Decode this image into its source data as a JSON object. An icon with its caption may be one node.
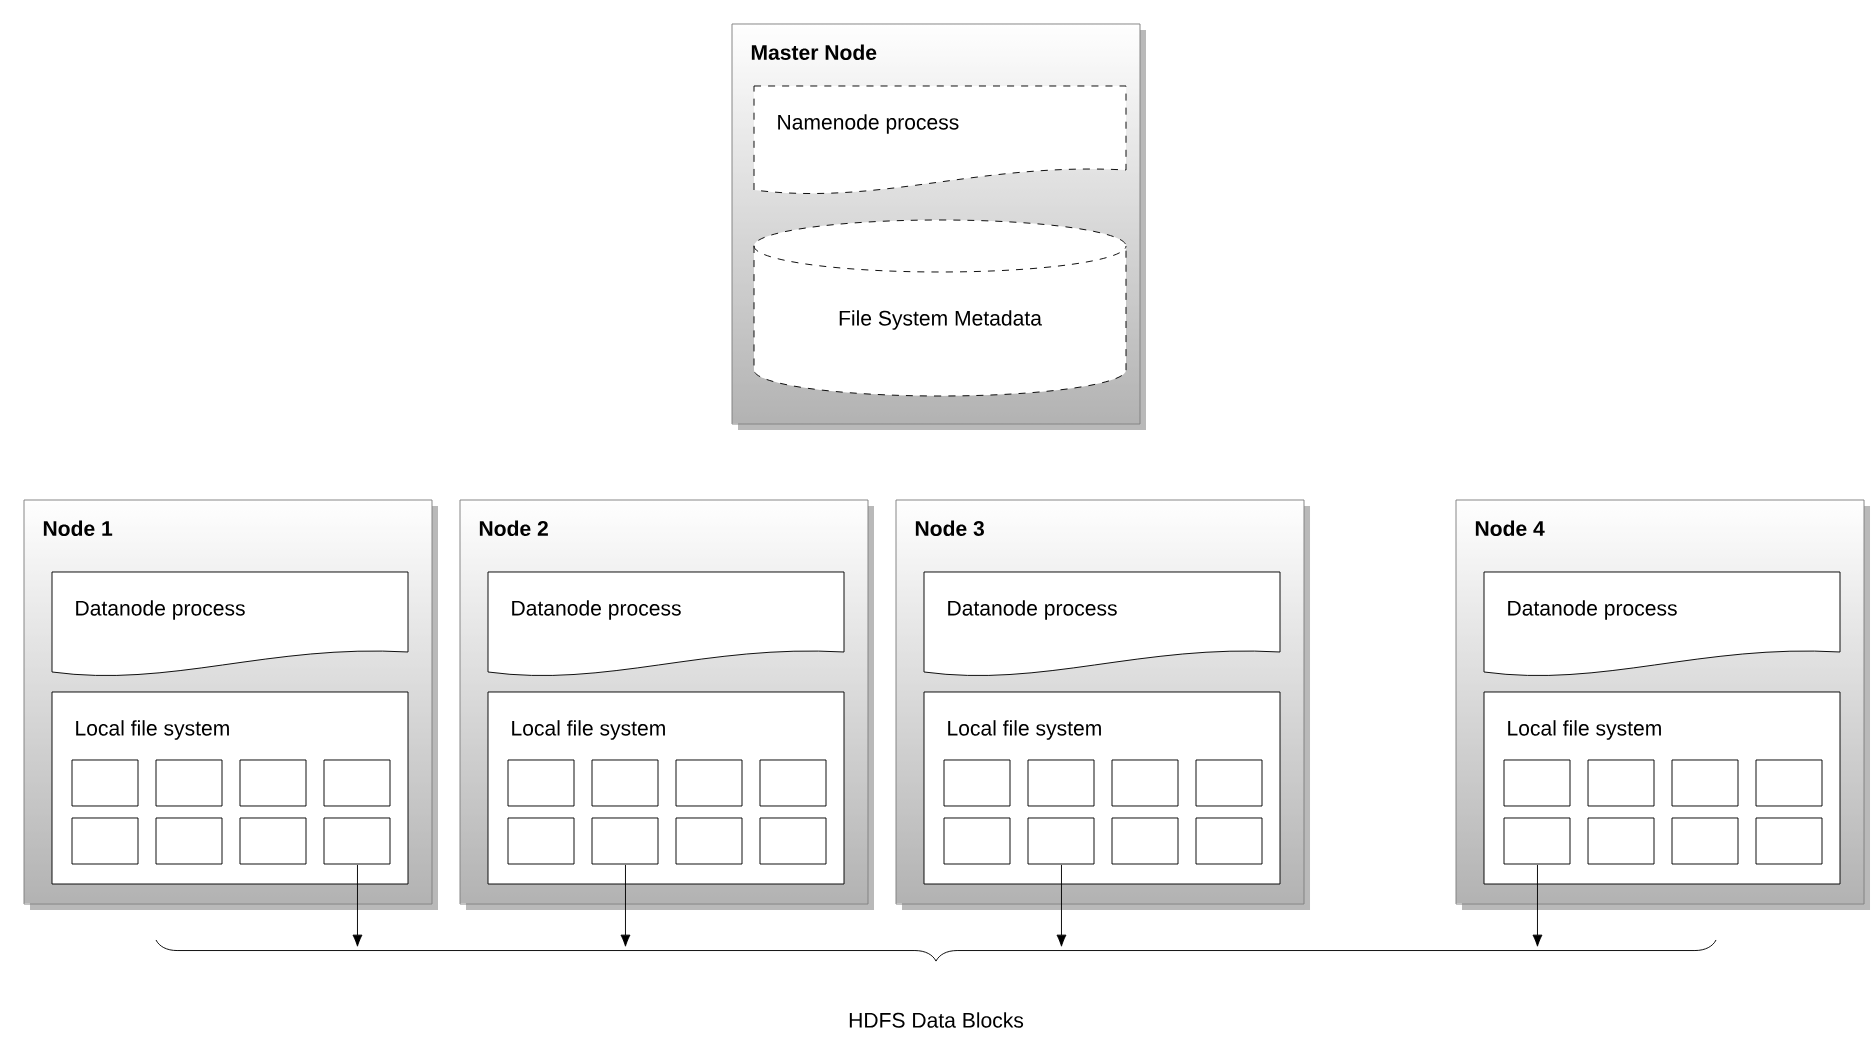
{
  "diagram": {
    "nodes": [
      {
        "text": [
          "Master Node"
        ]
      },
      {
        "text": [
          "Namenode process"
        ],
        "in": 0
      },
      {
        "text": [
          "File System Metadata"
        ],
        "in": 0
      },
      {
        "text": [
          "Node 1"
        ]
      },
      {
        "text": [
          "Datanode process"
        ],
        "in": 3
      },
      {
        "text": [
          "Local file system"
        ],
        "in": 3
      },
      {
        "text": [],
        "shape": "box",
        "in": 5
      },
      {
        "text": [],
        "shape": "box",
        "in": 5
      },
      {
        "text": [],
        "shape": "box",
        "in": 5
      },
      {
        "text": [],
        "shape": "box",
        "in": 5
      },
      {
        "text": [],
        "shape": "box",
        "in": 5
      },
      {
        "text": [],
        "shape": "box",
        "in": 5
      },
      {
        "text": [],
        "shape": "box",
        "in": 5
      },
      {
        "text": [],
        "shape": "box",
        "in": 5
      },
      {
        "text": [
          "Node 2"
        ]
      },
      {
        "text": [
          "Datanode process"
        ],
        "in": 14
      },
      {
        "text": [
          "Local file system"
        ],
        "in": 14
      },
      {
        "text": [],
        "shape": "box",
        "in": 16
      },
      {
        "text": [],
        "shape": "box",
        "in": 16
      },
      {
        "text": [],
        "shape": "box",
        "in": 16
      },
      {
        "text": [],
        "shape": "box",
        "in": 16
      },
      {
        "text": [],
        "shape": "box",
        "in": 16
      },
      {
        "text": [],
        "shape": "box",
        "in": 16
      },
      {
        "text": [],
        "shape": "box",
        "in": 16
      },
      {
        "text": [],
        "shape": "box",
        "in": 16
      },
      {
        "text": [
          "Node 3"
        ]
      },
      {
        "text": [
          "Datanode process"
        ],
        "in": 25
      },
      {
        "text": [
          "Local file system"
        ],
        "in": 25
      },
      {
        "text": [],
        "shape": "box",
        "in": 27
      },
      {
        "text": [],
        "shape": "box",
        "in": 27
      },
      {
        "text": [],
        "shape": "box",
        "in": 27
      },
      {
        "text": [],
        "shape": "box",
        "in": 27
      },
      {
        "text": [],
        "shape": "box",
        "in": 27
      },
      {
        "text": [],
        "shape": "box",
        "in": 27
      },
      {
        "text": [],
        "shape": "box",
        "in": 27
      },
      {
        "text": [],
        "shape": "box",
        "in": 27
      },
      {
        "text": [
          "Node 4"
        ]
      },
      {
        "text": [
          "Datanode process"
        ],
        "in": 36
      },
      {
        "text": [
          "Local file system"
        ],
        "in": 36
      },
      {
        "text": [],
        "shape": "box",
        "in": 38
      },
      {
        "text": [],
        "shape": "box",
        "in": 38
      },
      {
        "text": [],
        "shape": "box",
        "in": 38
      },
      {
        "text": [],
        "shape": "box",
        "in": 38
      },
      {
        "text": [],
        "shape": "box",
        "in": 38
      },
      {
        "text": [],
        "shape": "box",
        "in": 38
      },
      {
        "text": [],
        "shape": "box",
        "in": 38
      },
      {
        "text": [],
        "shape": "box",
        "in": 38
      }
    ],
    "edges": [
      {
        "from": 13,
        "to": null,
        "arrow": "to"
      },
      {
        "from": 22,
        "to": null,
        "arrow": "to"
      },
      {
        "from": 33,
        "to": null,
        "arrow": "to"
      },
      {
        "from": 43,
        "to": null,
        "arrow": "to"
      }
    ],
    "labels": [
      "HDFS Data Blocks"
    ]
  }
}
